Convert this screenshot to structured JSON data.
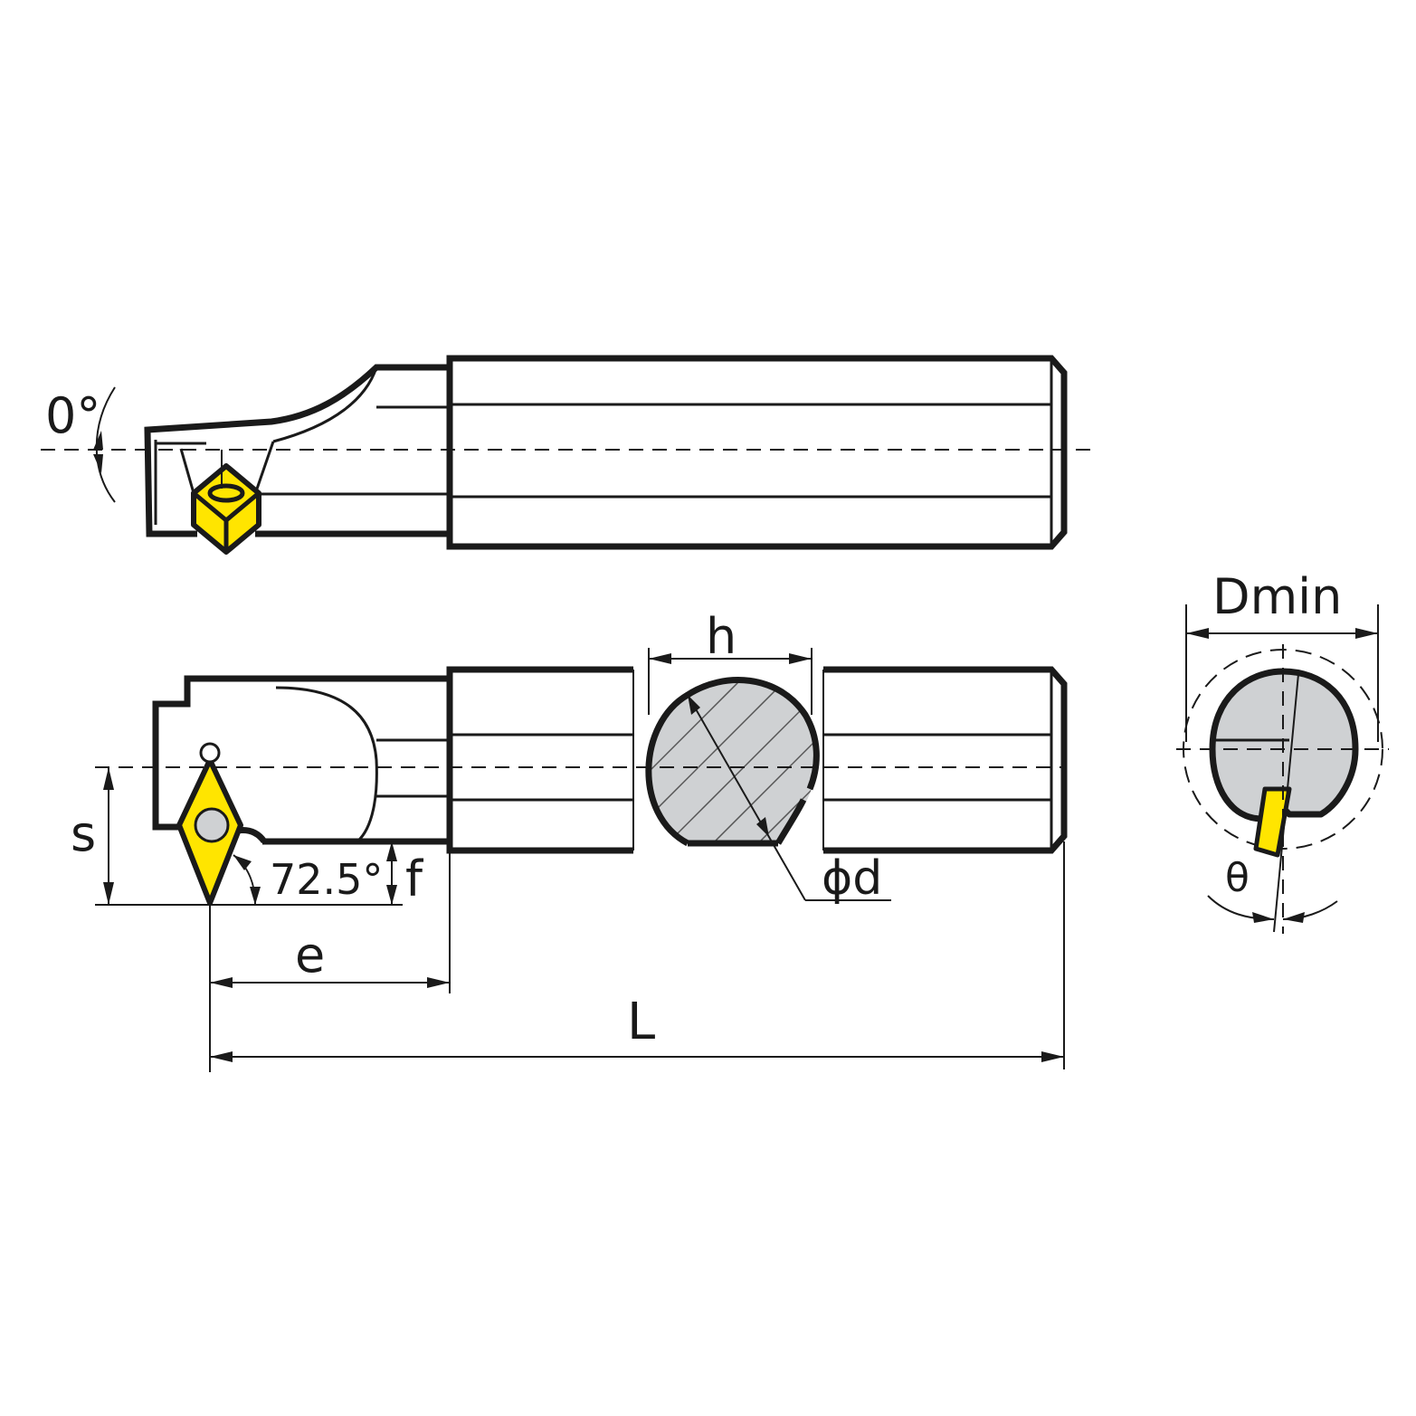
{
  "labels": {
    "angle_top": "0°",
    "h": "h",
    "dmin": "Dmin",
    "s": "s",
    "angle_insert": "72.5°",
    "f": "f",
    "phi_d": "ϕd",
    "e": "e",
    "L": "L",
    "theta": "θ"
  },
  "colors": {
    "insert_yellow": "#ffe500",
    "section_gray": "#cfd1d3",
    "line": "#1a1a1a"
  }
}
